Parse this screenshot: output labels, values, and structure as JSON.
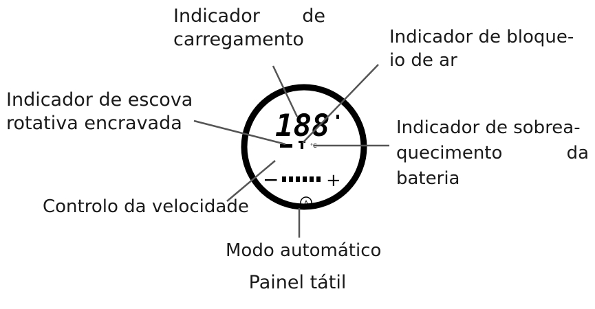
{
  "display": {
    "digits": "188",
    "temp_unit": "°C",
    "minus": "−",
    "plus": "+",
    "auto_symbol": "A"
  },
  "labels": {
    "charging_1a": "Indicador",
    "charging_1b": "de",
    "charging_2": "carregamento",
    "air_block_1": "Indicador de bloque-",
    "air_block_2": "io de ar",
    "brush_1": "Indicador de escova",
    "brush_2": "rotativa encravada",
    "overheat_1": "Indicador de sobrea-",
    "overheat_2a": "quecimento",
    "overheat_2b": "da",
    "overheat_3": "bateria",
    "speed": "Controlo da velocidade",
    "auto": "Modo automático"
  },
  "title": "Painel tátil"
}
